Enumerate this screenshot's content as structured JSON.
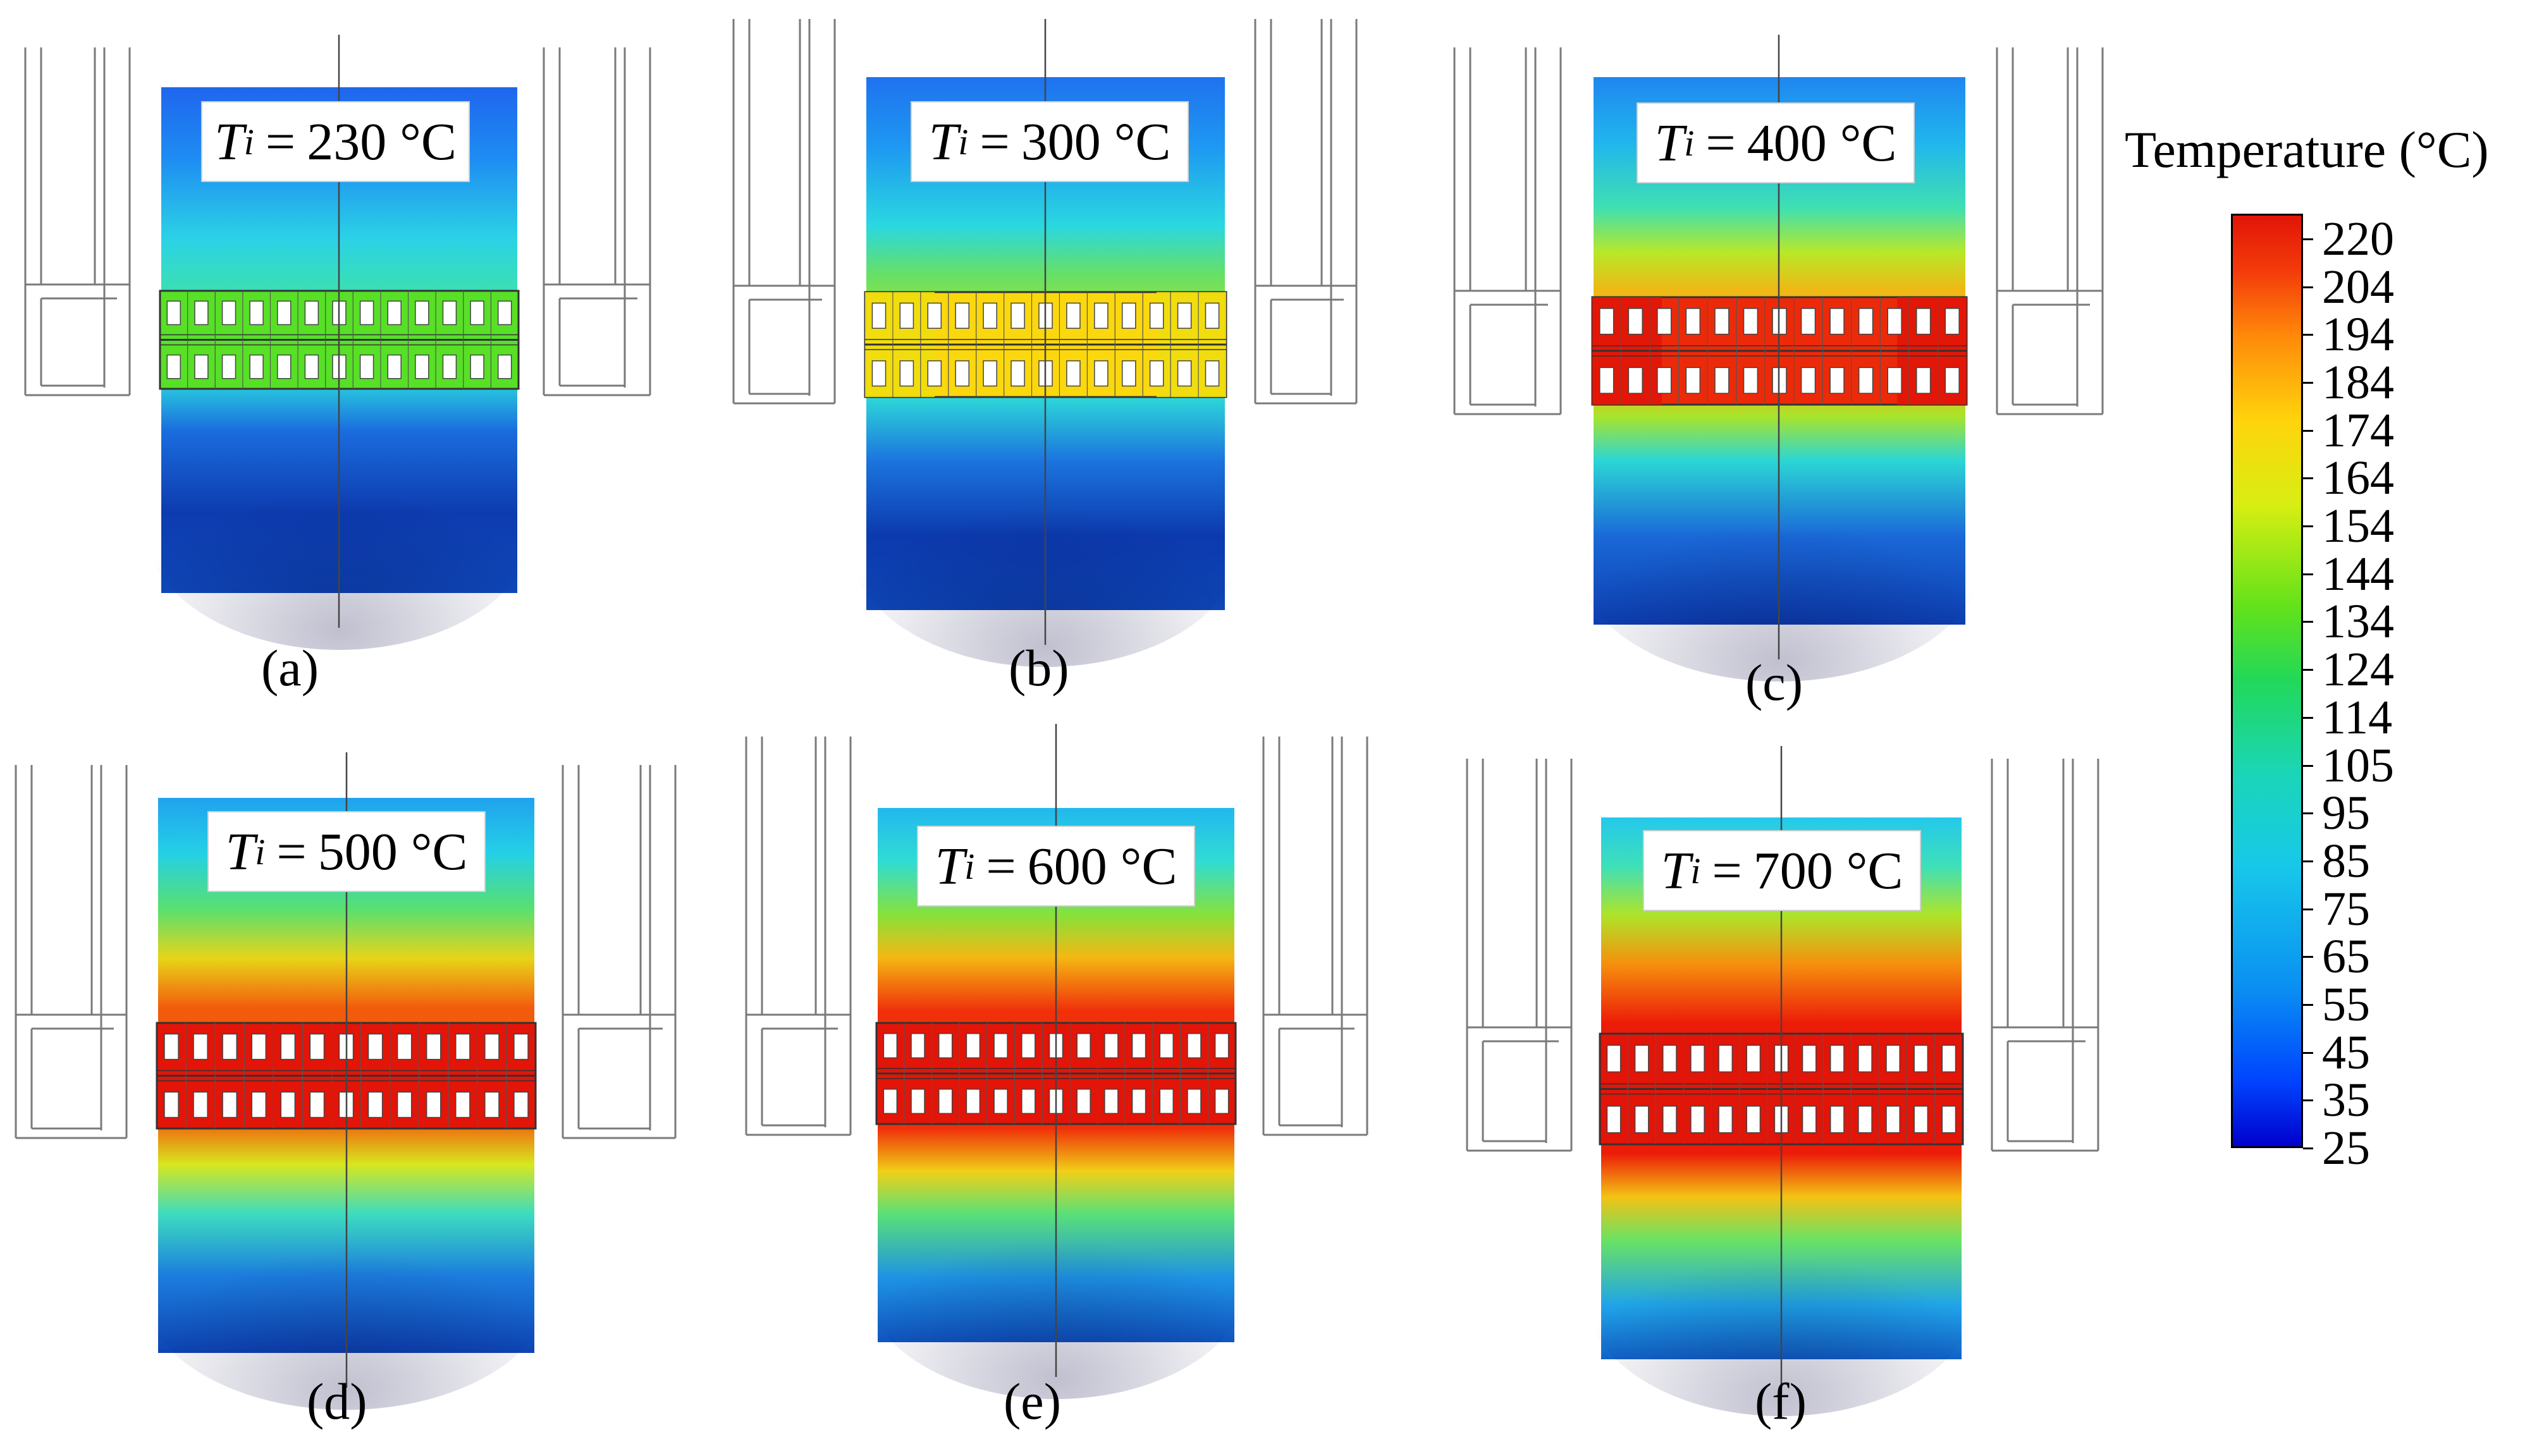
{
  "panels": [
    {
      "caption": "(a)",
      "label_value": "230",
      "temperature": 230
    },
    {
      "caption": "(b)",
      "label_value": "300",
      "temperature": 300
    },
    {
      "caption": "(c)",
      "label_value": "400",
      "temperature": 400
    },
    {
      "caption": "(d)",
      "label_value": "500",
      "temperature": 500
    },
    {
      "caption": "(e)",
      "label_value": "600",
      "temperature": 600
    },
    {
      "caption": "(f)",
      "label_value": "700",
      "temperature": 700
    }
  ],
  "label": {
    "symbol": "T",
    "subscript": "i",
    "equals": "=",
    "unit": "°C"
  },
  "colorbar": {
    "title": "Temperature (°C)",
    "ticks": [
      "220",
      "204",
      "194",
      "184",
      "174",
      "164",
      "154",
      "144",
      "134",
      "124",
      "114",
      "105",
      "95",
      "85",
      "75",
      "65",
      "55",
      "45",
      "35",
      "25"
    ],
    "min": 25,
    "max": 220,
    "colors": [
      "#0000cc",
      "#0044ff",
      "#0a8ff2",
      "#17c8ea",
      "#1ad6b8",
      "#22d85a",
      "#63e21a",
      "#d8ee12",
      "#ffd40c",
      "#ff8a0a",
      "#f43b0a",
      "#e21508"
    ]
  }
}
